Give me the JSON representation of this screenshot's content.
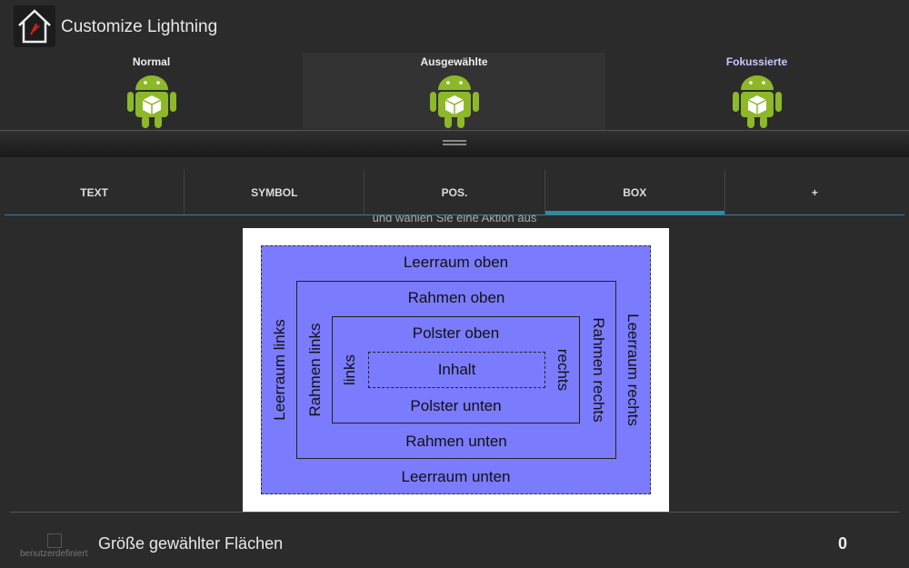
{
  "app": {
    "title": "Customize Lightning"
  },
  "states": [
    {
      "label": "Normal",
      "color": "#ffffff"
    },
    {
      "label": "Ausgewählte",
      "color": "#ffffff"
    },
    {
      "label": "Fokussierte",
      "color": "#c8c8ff"
    }
  ],
  "tabs": [
    "TEXT",
    "SYMBOL",
    "POS.",
    "BOX",
    "+"
  ],
  "selected_tab": "BOX",
  "hint": "und wählen Sie eine Aktion aus",
  "box": {
    "margin_top": "Leerraum oben",
    "margin_bottom": "Leerraum unten",
    "margin_left": "Leerraum links",
    "margin_right": "Leerraum rechts",
    "border_top": "Rahmen oben",
    "border_bottom": "Rahmen unten",
    "border_left": "Rahmen links",
    "border_right": "Rahmen rechts",
    "padding_top": "Polster oben",
    "padding_bottom": "Polster unten",
    "padding_left": "links",
    "padding_right": "rechts",
    "content": "Inhalt"
  },
  "footer": {
    "checkbox_label": "benutzerdefiniert",
    "size_label": "Größe gewählter Flächen",
    "size_value": "0"
  }
}
